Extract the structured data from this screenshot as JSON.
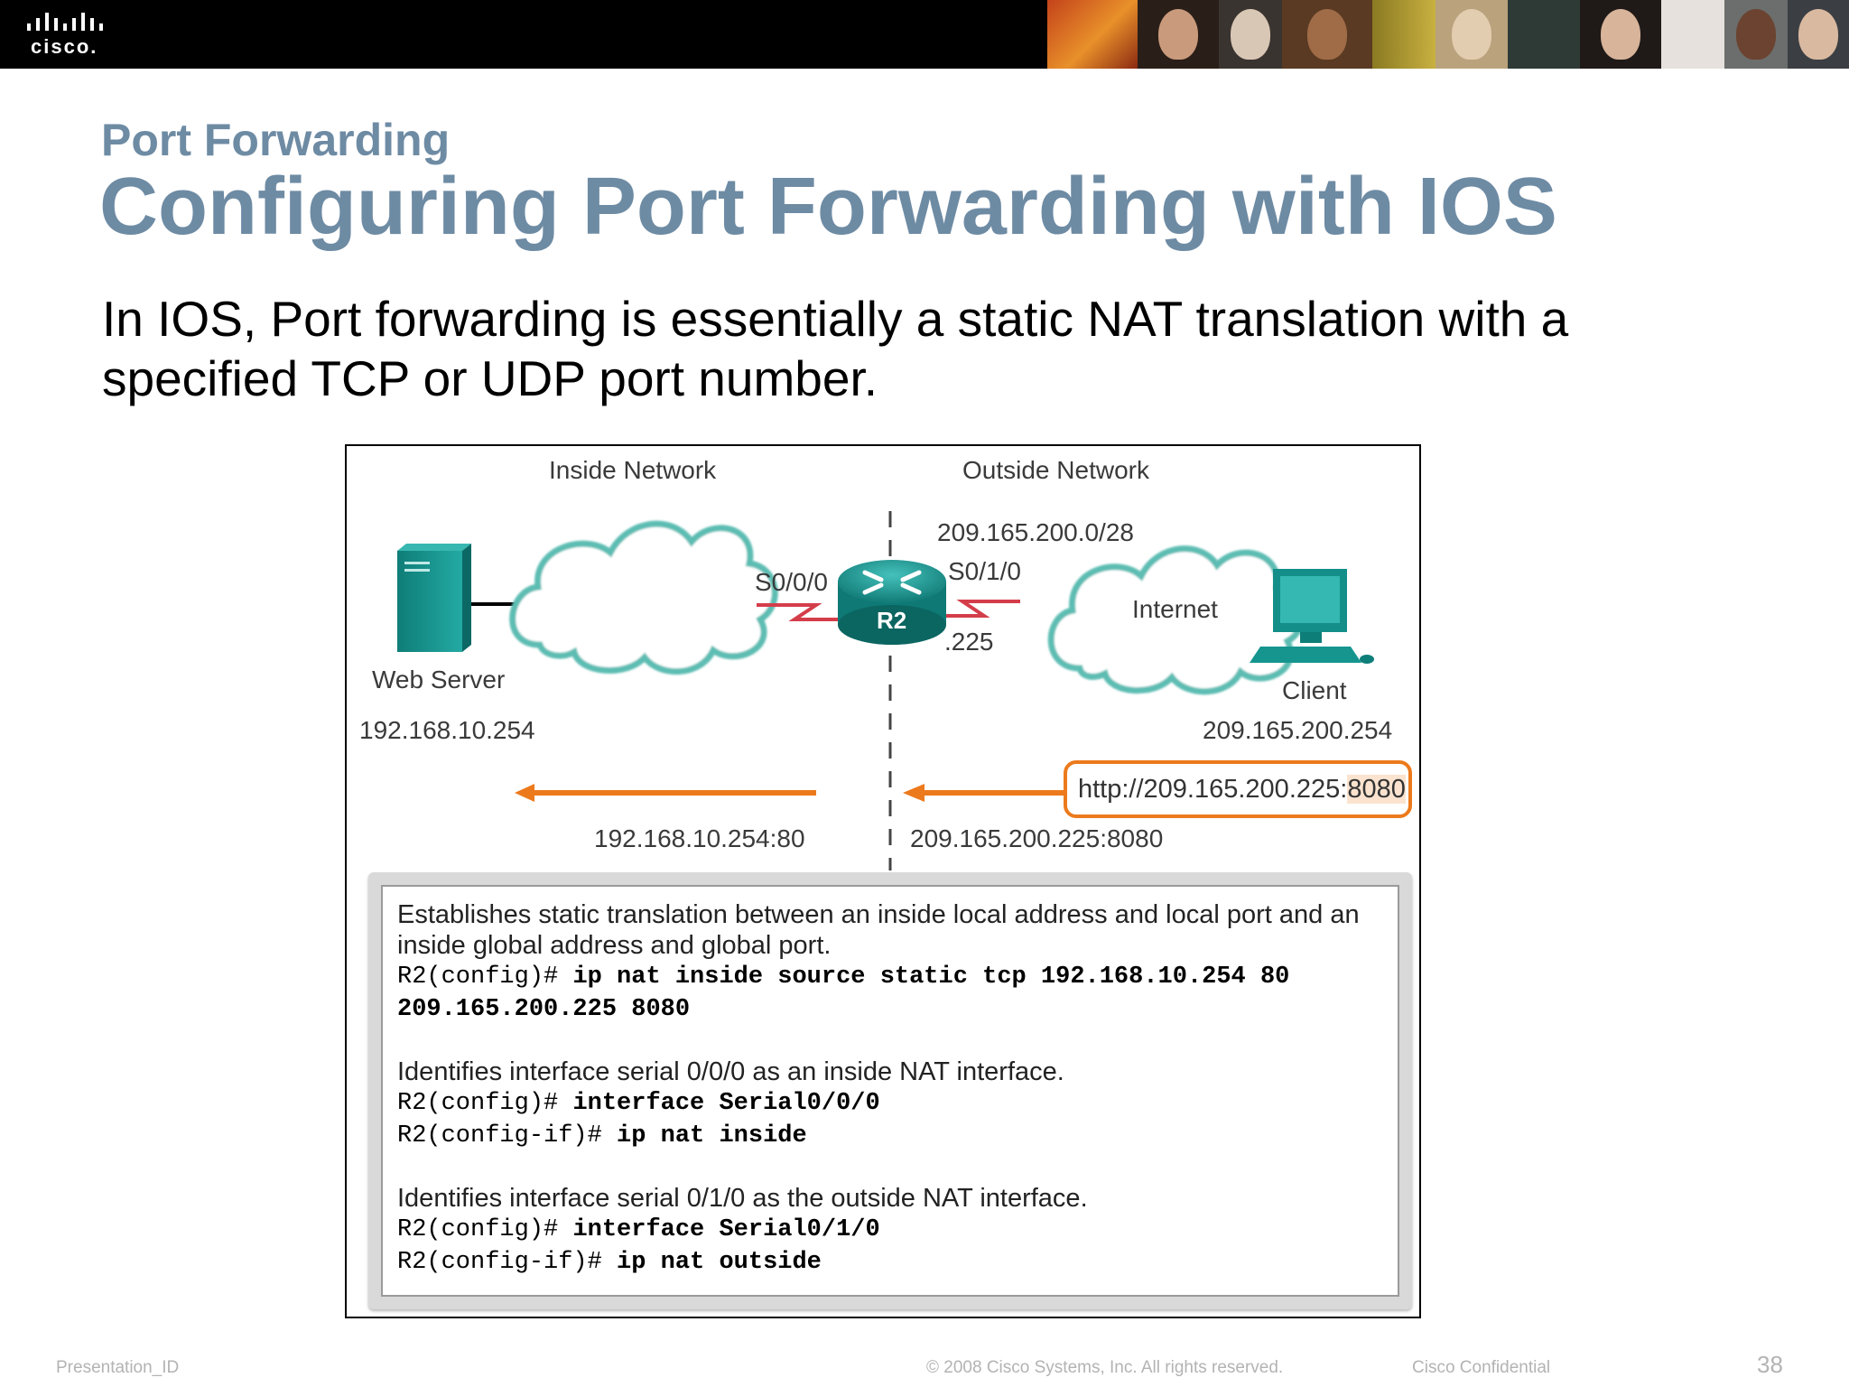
{
  "header": {
    "logo_text": "cisco."
  },
  "slide": {
    "subtitle": "Port Forwarding",
    "title": "Configuring Port Forwarding with IOS",
    "body": "In IOS, Port forwarding is essentially a static NAT translation with a specified TCP or UDP port number."
  },
  "diagram": {
    "inside_label": "Inside Network",
    "outside_label": "Outside Network",
    "outside_subnet": "209.165.200.0/28",
    "router_name": "R2",
    "iface_inside": "S0/0/0",
    "iface_outside": "S0/1/0",
    "router_host": ".225",
    "internet_label": "Internet",
    "server_label": "Web Server",
    "server_ip": "192.168.10.254",
    "client_label": "Client",
    "client_ip": "209.165.200.254",
    "url_prefix": "http://209.165.200.225:",
    "url_port": "8080",
    "inside_socket": "192.168.10.254:80",
    "outside_socket": "209.165.200.225:8080",
    "colors": {
      "accent_orange": "#ec7a1c",
      "device_teal": "#1a9a94",
      "cloud_teal": "#5dbdb3",
      "serial_red": "#d43d4a"
    }
  },
  "config": {
    "desc1": "Establishes static translation between an inside local address and local port and an inside global address and global port.",
    "cmd1_prompt": "R2(config)# ",
    "cmd1_code": "ip nat inside source static tcp 192.168.10.254 80",
    "cmd1_cont": "209.165.200.225 8080",
    "desc2": "Identifies interface serial 0/0/0 as an inside NAT interface.",
    "cmd2_prompt": "R2(config)# ",
    "cmd2_code": "interface Serial0/0/0",
    "cmd3_prompt": "R2(config-if)# ",
    "cmd3_code": "ip nat inside",
    "desc3": "Identifies interface serial 0/1/0 as the outside NAT interface.",
    "cmd4_prompt": "R2(config)# ",
    "cmd4_code": "interface Serial0/1/0",
    "cmd5_prompt": "R2(config-if)# ",
    "cmd5_code": "ip nat outside"
  },
  "footer": {
    "presentation_id": "Presentation_ID",
    "copyright": "© 2008 Cisco Systems, Inc. All rights reserved.",
    "confidential": "Cisco Confidential",
    "page_number": "38"
  }
}
